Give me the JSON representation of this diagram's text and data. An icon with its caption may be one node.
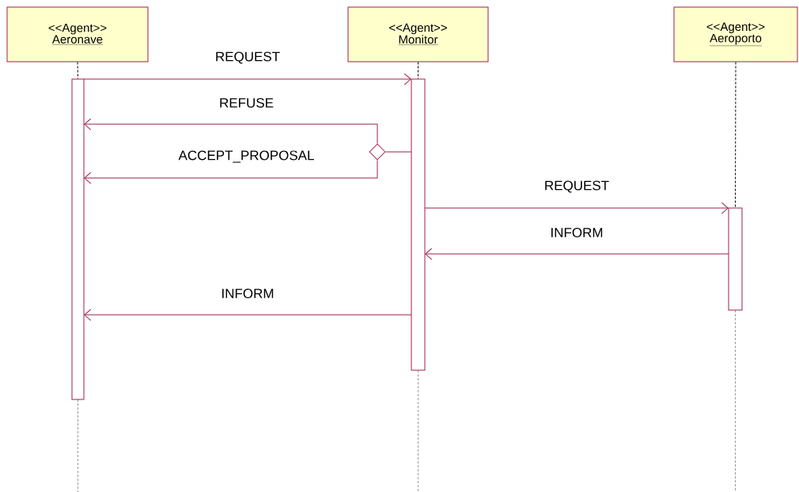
{
  "diagram": {
    "nodes": [
      {
        "text": [
          "<<Agent>>",
          "Aeronave"
        ]
      },
      {
        "text": [
          "<<Agent>>",
          "Monitor"
        ]
      },
      {
        "text": [
          "<<Agent>>",
          "Aeroporto"
        ]
      },
      {
        "text": [],
        "shape": "bar"
      },
      {
        "text": [],
        "shape": "bar"
      },
      {
        "text": [],
        "shape": "bar"
      },
      {
        "text": [],
        "shape": "diamond"
      }
    ],
    "edges": [
      {
        "from": 0,
        "to": 3,
        "arrow": "none",
        "style": "dashed",
        "color": "#000000"
      },
      {
        "from": 1,
        "to": 4,
        "arrow": "none",
        "style": "dashed",
        "color": "#000000"
      },
      {
        "from": 2,
        "to": 5,
        "arrow": "none",
        "style": "dashed",
        "color": "#000000"
      },
      {
        "from": 3,
        "to": 4,
        "arrow": "to",
        "label": "REQUEST"
      },
      {
        "from": 4,
        "to": 6,
        "arrow": "none"
      },
      {
        "from": 6,
        "to": 3,
        "arrow": "to",
        "label": "REFUSE"
      },
      {
        "from": 6,
        "to": 3,
        "arrow": "to",
        "label": "ACCEPT_PROPOSAL"
      },
      {
        "from": 4,
        "to": 5,
        "arrow": "to",
        "label": "REQUEST"
      },
      {
        "from": 5,
        "to": 4,
        "arrow": "to",
        "label": "INFORM"
      },
      {
        "from": 4,
        "to": 3,
        "arrow": "to",
        "label": "INFORM"
      }
    ]
  }
}
